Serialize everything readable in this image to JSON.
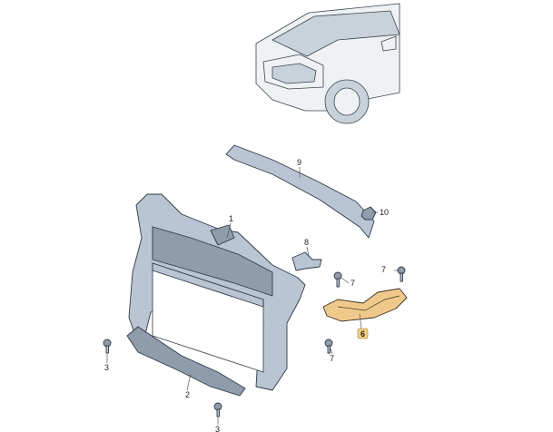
{
  "diagram": {
    "callouts": [
      {
        "id": "c1",
        "label": "1",
        "highlighted": false
      },
      {
        "id": "c2",
        "label": "2",
        "highlighted": false
      },
      {
        "id": "c3a",
        "label": "3",
        "highlighted": false
      },
      {
        "id": "c3b",
        "label": "3",
        "highlighted": false
      },
      {
        "id": "c6",
        "label": "6",
        "highlighted": true
      },
      {
        "id": "c7a",
        "label": "7",
        "highlighted": false
      },
      {
        "id": "c7b",
        "label": "7",
        "highlighted": false
      },
      {
        "id": "c7c",
        "label": "7",
        "highlighted": false
      },
      {
        "id": "c8",
        "label": "8",
        "highlighted": false
      },
      {
        "id": "c9",
        "label": "9",
        "highlighted": false
      },
      {
        "id": "c10",
        "label": "10",
        "highlighted": false
      }
    ],
    "colors": {
      "highlight_part": "#f0c98a",
      "highlight_badge": "#f5d27a",
      "part": "#b9c5d2",
      "line": "#2f3a46"
    }
  }
}
